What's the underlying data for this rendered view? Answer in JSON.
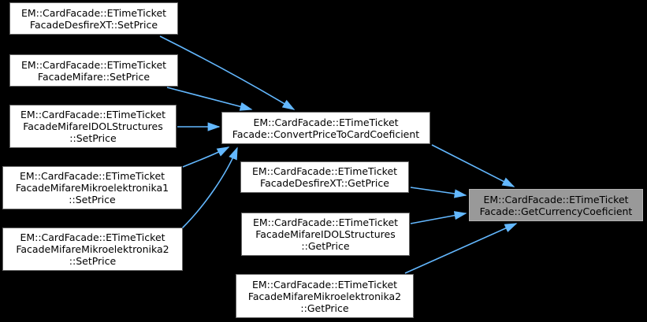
{
  "diagram": {
    "type": "call-graph",
    "colors": {
      "background": "#000000",
      "node_fill": "#ffffff",
      "node_border": "#666666",
      "highlight_fill": "#999999",
      "highlight_border": "#b2b2b2",
      "edge": "#63b8ff",
      "text": "#000000"
    },
    "nodes": {
      "setprice_desfirext": {
        "line1": "EM::CardFacade::ETimeTicket",
        "line2": "FacadeDesfireXT::SetPrice"
      },
      "setprice_mifare": {
        "line1": "EM::CardFacade::ETimeTicket",
        "line2": "FacadeMifare::SetPrice"
      },
      "setprice_mifareidol": {
        "line1": "EM::CardFacade::ETimeTicket",
        "line2": "FacadeMifareIDOLStructures",
        "line3": "::SetPrice"
      },
      "setprice_mikroelektronika1": {
        "line1": "EM::CardFacade::ETimeTicket",
        "line2": "FacadeMifareMikroelektronika1",
        "line3": "::SetPrice"
      },
      "setprice_mikroelektronika2": {
        "line1": "EM::CardFacade::ETimeTicket",
        "line2": "FacadeMifareMikroelektronika2",
        "line3": "::SetPrice"
      },
      "convert_price": {
        "line1": "EM::CardFacade::ETimeTicket",
        "line2": "Facade::ConvertPriceToCardCoeficient"
      },
      "getprice_desfirext": {
        "line1": "EM::CardFacade::ETimeTicket",
        "line2": "FacadeDesfireXT::GetPrice"
      },
      "getprice_mifareidol": {
        "line1": "EM::CardFacade::ETimeTicket",
        "line2": "FacadeMifareIDOLStructures",
        "line3": "::GetPrice"
      },
      "getprice_mikroelektronika2": {
        "line1": "EM::CardFacade::ETimeTicket",
        "line2": "FacadeMifareMikroelektronika2",
        "line3": "::GetPrice"
      },
      "get_currency": {
        "line1": "EM::CardFacade::ETimeTicket",
        "line2": "Facade::GetCurrencyCoeficient"
      }
    },
    "edges": [
      {
        "from": "EM::CardFacade::ETimeTicketFacadeDesfireXT::SetPrice",
        "to": "EM::CardFacade::ETimeTicketFacade::ConvertPriceToCardCoeficient"
      },
      {
        "from": "EM::CardFacade::ETimeTicketFacadeMifare::SetPrice",
        "to": "EM::CardFacade::ETimeTicketFacade::ConvertPriceToCardCoeficient"
      },
      {
        "from": "EM::CardFacade::ETimeTicketFacadeMifareIDOLStructures::SetPrice",
        "to": "EM::CardFacade::ETimeTicketFacade::ConvertPriceToCardCoeficient"
      },
      {
        "from": "EM::CardFacade::ETimeTicketFacadeMifareMikroelektronika1::SetPrice",
        "to": "EM::CardFacade::ETimeTicketFacade::ConvertPriceToCardCoeficient"
      },
      {
        "from": "EM::CardFacade::ETimeTicketFacadeMifareMikroelektronika2::SetPrice",
        "to": "EM::CardFacade::ETimeTicketFacade::ConvertPriceToCardCoeficient"
      },
      {
        "from": "EM::CardFacade::ETimeTicketFacade::ConvertPriceToCardCoeficient",
        "to": "EM::CardFacade::ETimeTicketFacade::GetCurrencyCoeficient"
      },
      {
        "from": "EM::CardFacade::ETimeTicketFacadeDesfireXT::GetPrice",
        "to": "EM::CardFacade::ETimeTicketFacade::GetCurrencyCoeficient"
      },
      {
        "from": "EM::CardFacade::ETimeTicketFacadeMifareIDOLStructures::GetPrice",
        "to": "EM::CardFacade::ETimeTicketFacade::GetCurrencyCoeficient"
      },
      {
        "from": "EM::CardFacade::ETimeTicketFacadeMifareMikroelektronika2::GetPrice",
        "to": "EM::CardFacade::ETimeTicketFacade::GetCurrencyCoeficient"
      }
    ]
  }
}
